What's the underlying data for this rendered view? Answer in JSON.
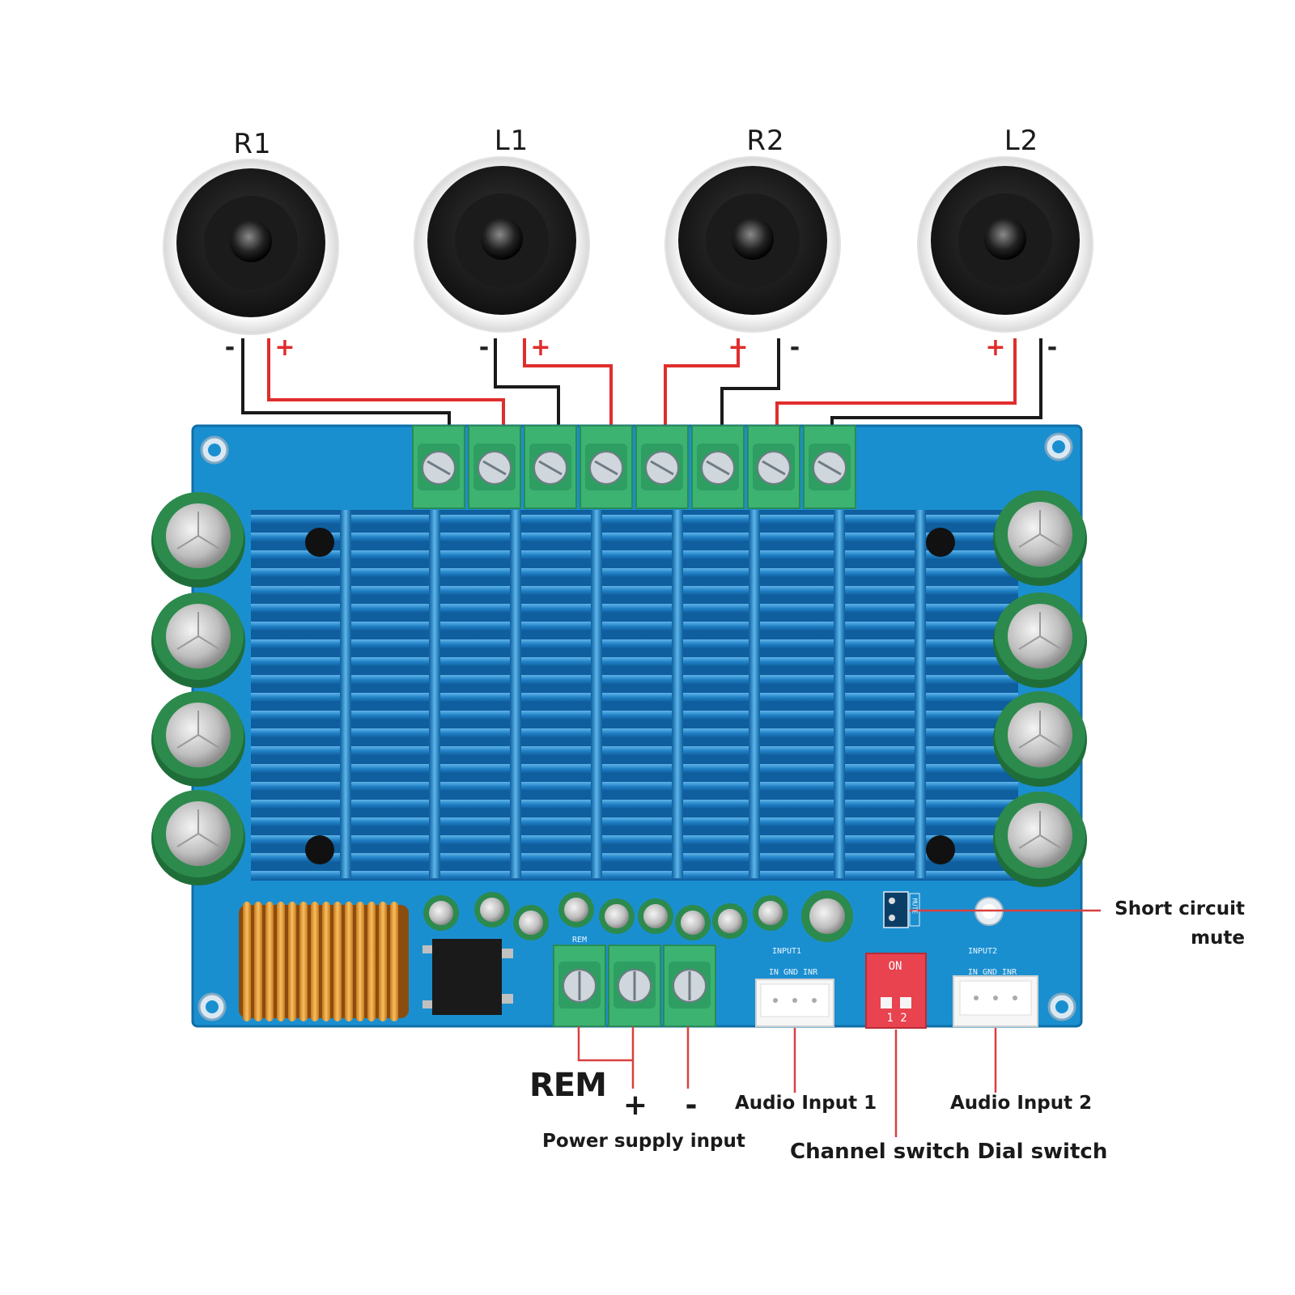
{
  "speakers": [
    {
      "label": "R1",
      "neg": "-",
      "pos": "+"
    },
    {
      "label": "L1",
      "neg": "-",
      "pos": "+"
    },
    {
      "label": "R2",
      "neg": "-",
      "pos": "+"
    },
    {
      "label": "L2",
      "neg": "-",
      "pos": "+"
    }
  ],
  "board": {
    "input1_header": "INPUT1",
    "input1_pins": "IN  GND  INR",
    "input2_header": "INPUT2",
    "input2_pins": "IN  GND  INR",
    "dip_on": "ON",
    "dip_numbers": "1  2",
    "mute_mark": "MUTE",
    "rem_mark": "REM"
  },
  "annotations": {
    "short_circuit_mute": [
      "Short circuit",
      "mute"
    ],
    "rem": "REM",
    "plus": "+",
    "minus": "-",
    "power_supply_input": "Power supply input",
    "audio_input_1": "Audio Input 1",
    "audio_input_2": "Audio Input 2",
    "channel_switch": "Channel switch Dial switch"
  },
  "colors": {
    "pcb": "#1a8fd0",
    "heatsink": "#1f7fc4",
    "terminal": "#3cb371",
    "capacitor": "#1f6e3a",
    "wire_red": "#e02d2d",
    "wire_black": "#1a1a1a",
    "dip_switch": "#e8434f"
  }
}
